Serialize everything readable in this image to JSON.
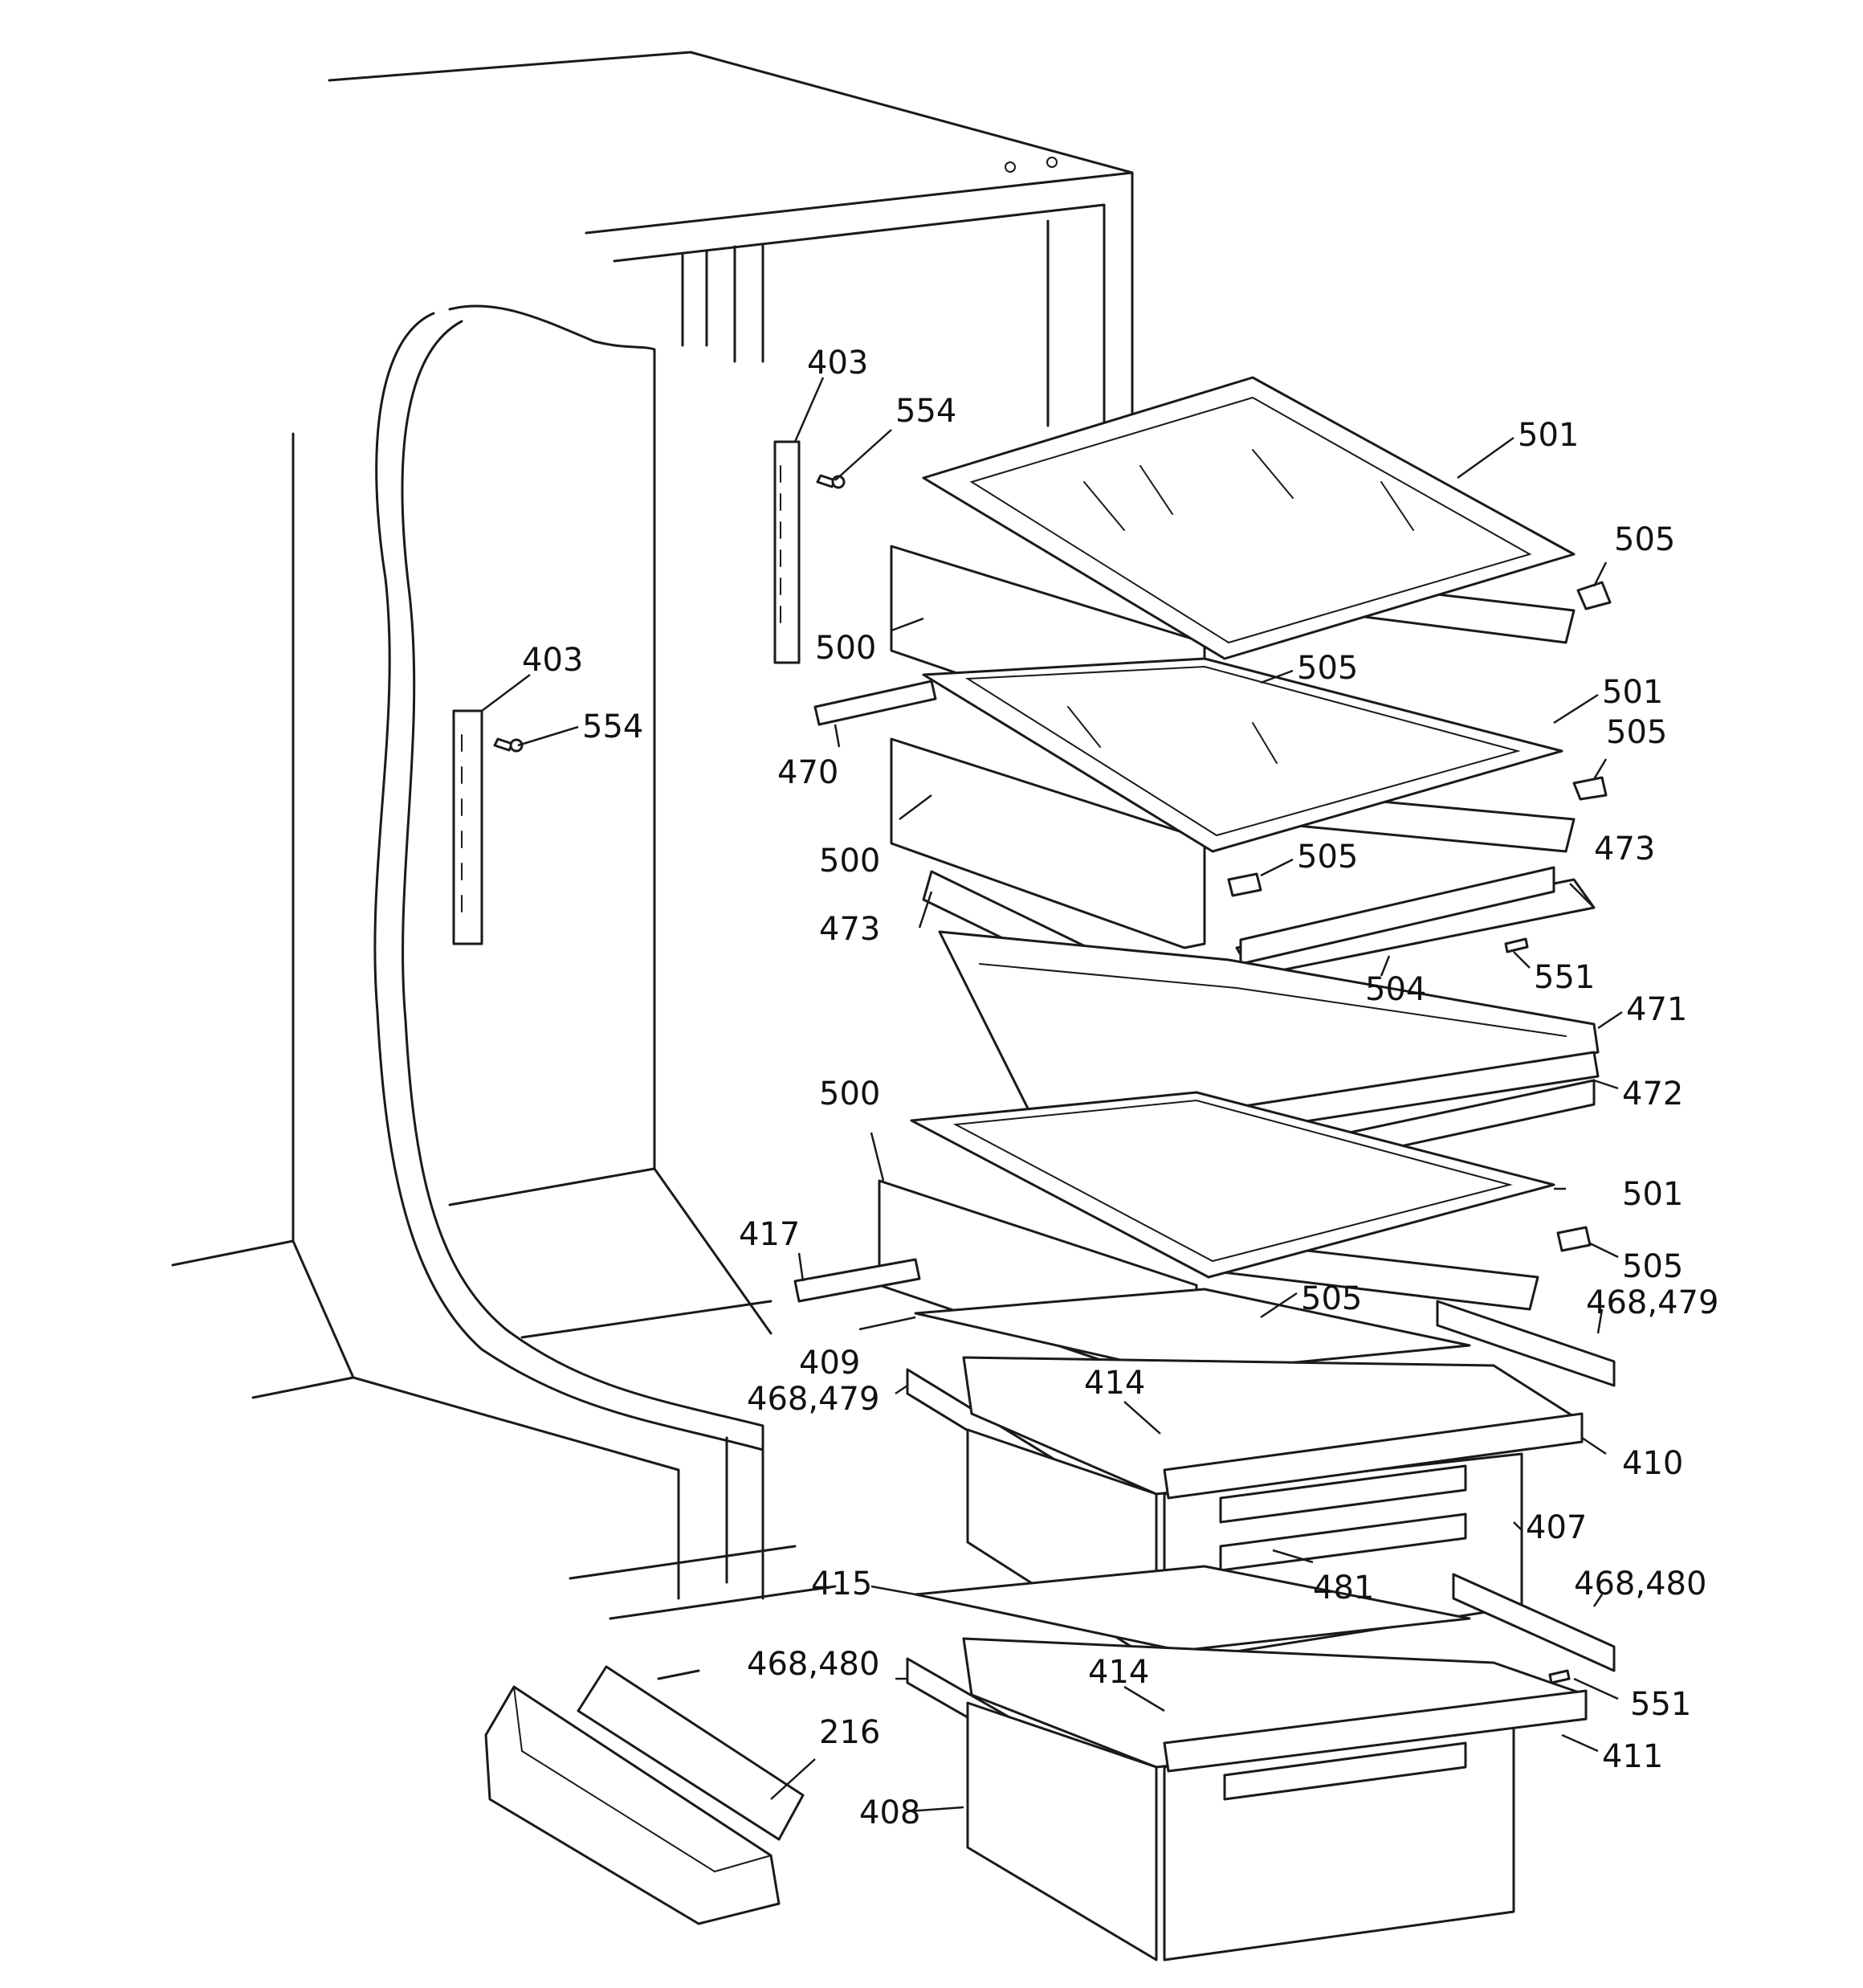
{
  "labels": {
    "l403a": "403",
    "l554a": "554",
    "l403b": "403",
    "l554b": "554",
    "l501a": "501",
    "l505a": "505",
    "l500a": "500",
    "l505b": "505",
    "l470": "470",
    "l501b": "501",
    "l505c": "505",
    "l500b": "500",
    "l505d": "505",
    "l473a": "473",
    "l473b": "473",
    "l504": "504",
    "l551a": "551",
    "l471": "471",
    "l472": "472",
    "l500c": "500",
    "l501c": "501",
    "l417": "417",
    "l505e": "505",
    "l505f": "505",
    "l468_479a": "468,479",
    "l409": "409",
    "l414a": "414",
    "l468_479b": "468,479",
    "l410": "410",
    "l407": "407",
    "l481": "481",
    "l415": "415",
    "l468_480a": "468,480",
    "l468_480b": "468,480",
    "l414b": "414",
    "l551b": "551",
    "l216": "216",
    "l411": "411",
    "l408": "408"
  }
}
